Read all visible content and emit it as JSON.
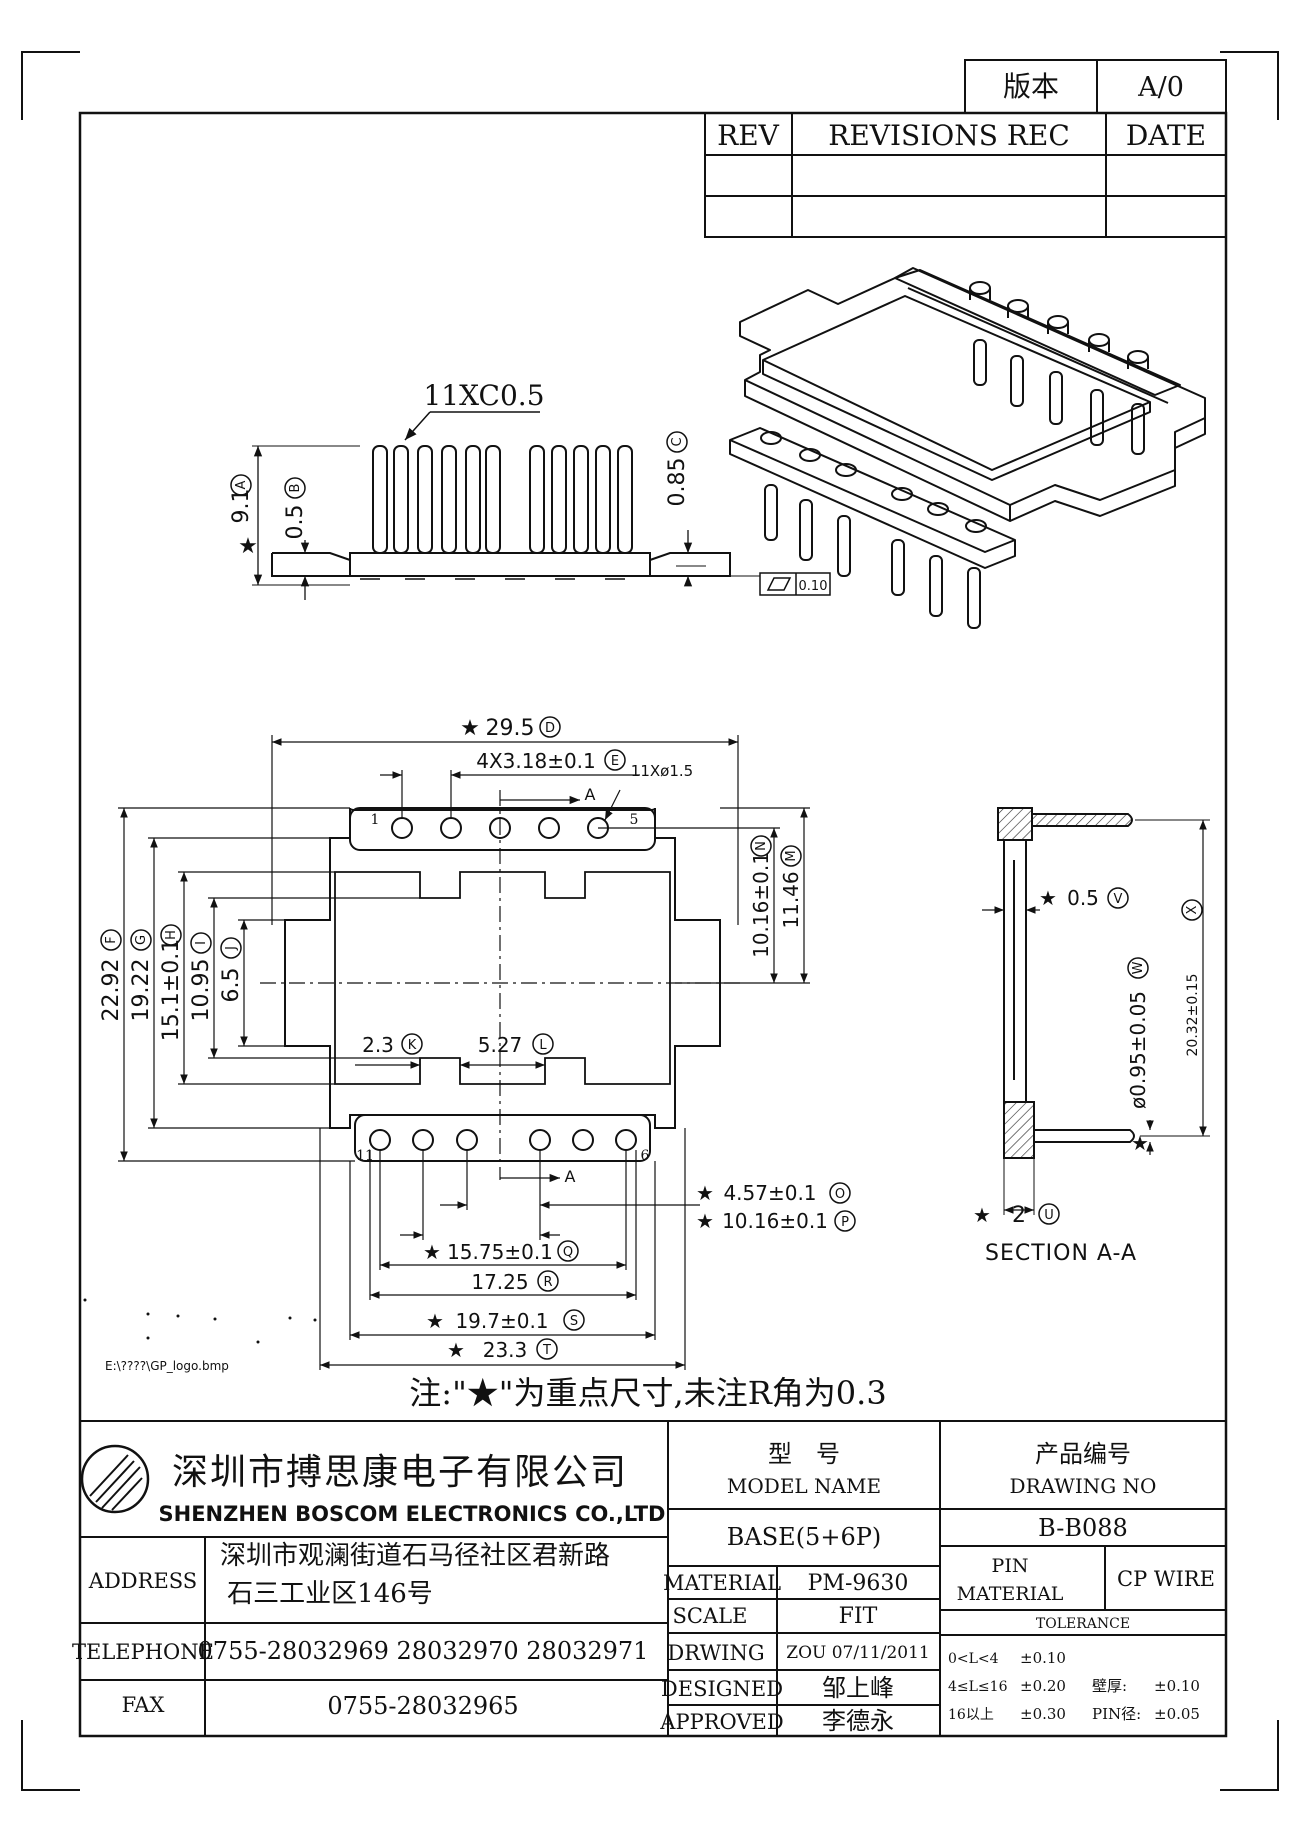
{
  "revision_block": {
    "version_label": "版本",
    "version_value": "A/0",
    "rev_header": "REV",
    "revisions_header": "REVISIONS REC",
    "date_header": "DATE"
  },
  "side_view": {
    "pin_callout": "11XC0.5",
    "dim_a": "9.1",
    "dim_a_tag": "A",
    "dim_b": "0.5",
    "dim_b_tag": "B",
    "dim_c": "0.85",
    "dim_c_tag": "C",
    "flatness_value": "0.10"
  },
  "top_view": {
    "dim_d": "29.5",
    "dim_d_tag": "D",
    "dim_e": "4X3.18±0.1",
    "dim_e_tag": "E",
    "hole_callout": "11Xø1.5",
    "section_marker": "A",
    "pin_1": "1",
    "pin_5": "5",
    "pin_6": "6",
    "pin_11": "11",
    "dim_f": "22.92",
    "dim_f_tag": "F",
    "dim_g": "19.22",
    "dim_g_tag": "G",
    "dim_h": "15.1±0.1",
    "dim_h_tag": "H",
    "dim_i": "10.95",
    "dim_i_tag": "I",
    "dim_j": "6.5",
    "dim_j_tag": "J",
    "dim_k": "2.3",
    "dim_k_tag": "K",
    "dim_l": "5.27",
    "dim_l_tag": "L",
    "dim_m": "11.46",
    "dim_m_tag": "M",
    "dim_n": "10.16±0.1",
    "dim_n_tag": "N",
    "dim_o": "4.57±0.1",
    "dim_o_tag": "O",
    "dim_p": "10.16±0.1",
    "dim_p_tag": "P",
    "dim_q": "15.75±0.1",
    "dim_q_tag": "Q",
    "dim_r": "17.25",
    "dim_r_tag": "R",
    "dim_s": "19.7±0.1",
    "dim_s_tag": "S",
    "dim_t": "23.3",
    "dim_t_tag": "T"
  },
  "section_view": {
    "dim_v": "0.5",
    "dim_v_tag": "V",
    "dim_w": "ø0.95±0.05",
    "dim_w_tag": "W",
    "dim_x": "20.32±0.15",
    "dim_x_tag": "X",
    "dim_u": "2",
    "dim_u_tag": "U",
    "title": "SECTION A-A"
  },
  "star": "★",
  "logo_path": "E:\\????\\GP_logo.bmp",
  "note": "注:\"★\"为重点尺寸,未注R角为0.3",
  "title_block": {
    "company_cn": "深圳市搏思康电子有限公司",
    "company_en": "SHENZHEN BOSCOM ELECTRONICS CO.,LTD",
    "model_cn": "型　号",
    "model_en": "MODEL NAME",
    "model_value": "BASE(5+6P)",
    "drawing_no_cn": "产品编号",
    "drawing_no_en": "DRAWING NO",
    "drawing_no_value": "B-B088",
    "address_label": "ADDRESS",
    "address_line1": "深圳市观澜街道石马径社区君新路",
    "address_line2": "石三工业区146号",
    "telephone_label": "TELEPHONE",
    "telephone_value": "0755-28032969 28032970 28032971",
    "fax_label": "FAX",
    "fax_value": "0755-28032965",
    "material_label": "MATERIAL",
    "material_value": "PM-9630",
    "scale_label": "SCALE",
    "scale_value": "FIT",
    "drwing_label": "DRWING",
    "drwing_value": "ZOU 07/11/2011",
    "designed_label": "DESIGNED",
    "designed_value": "邹上峰",
    "approved_label": "APPROVED",
    "approved_value": "李德永",
    "pin_material_label_1": "PIN",
    "pin_material_label_2": "MATERIAL",
    "pin_material_value": "CP WIRE",
    "tolerance_label": "TOLERANCE",
    "tol_row1_range": "0<L<4",
    "tol_row1_value": "±0.10",
    "tol_row2_range": "4≤L≤16",
    "tol_row2_value": "±0.20",
    "tol_row3_range": "16以上",
    "tol_row3_value": "±0.30",
    "wall_label": "壁厚:",
    "wall_value": "±0.10",
    "pin_dia_label": "PIN径:",
    "pin_dia_value": "±0.05"
  }
}
